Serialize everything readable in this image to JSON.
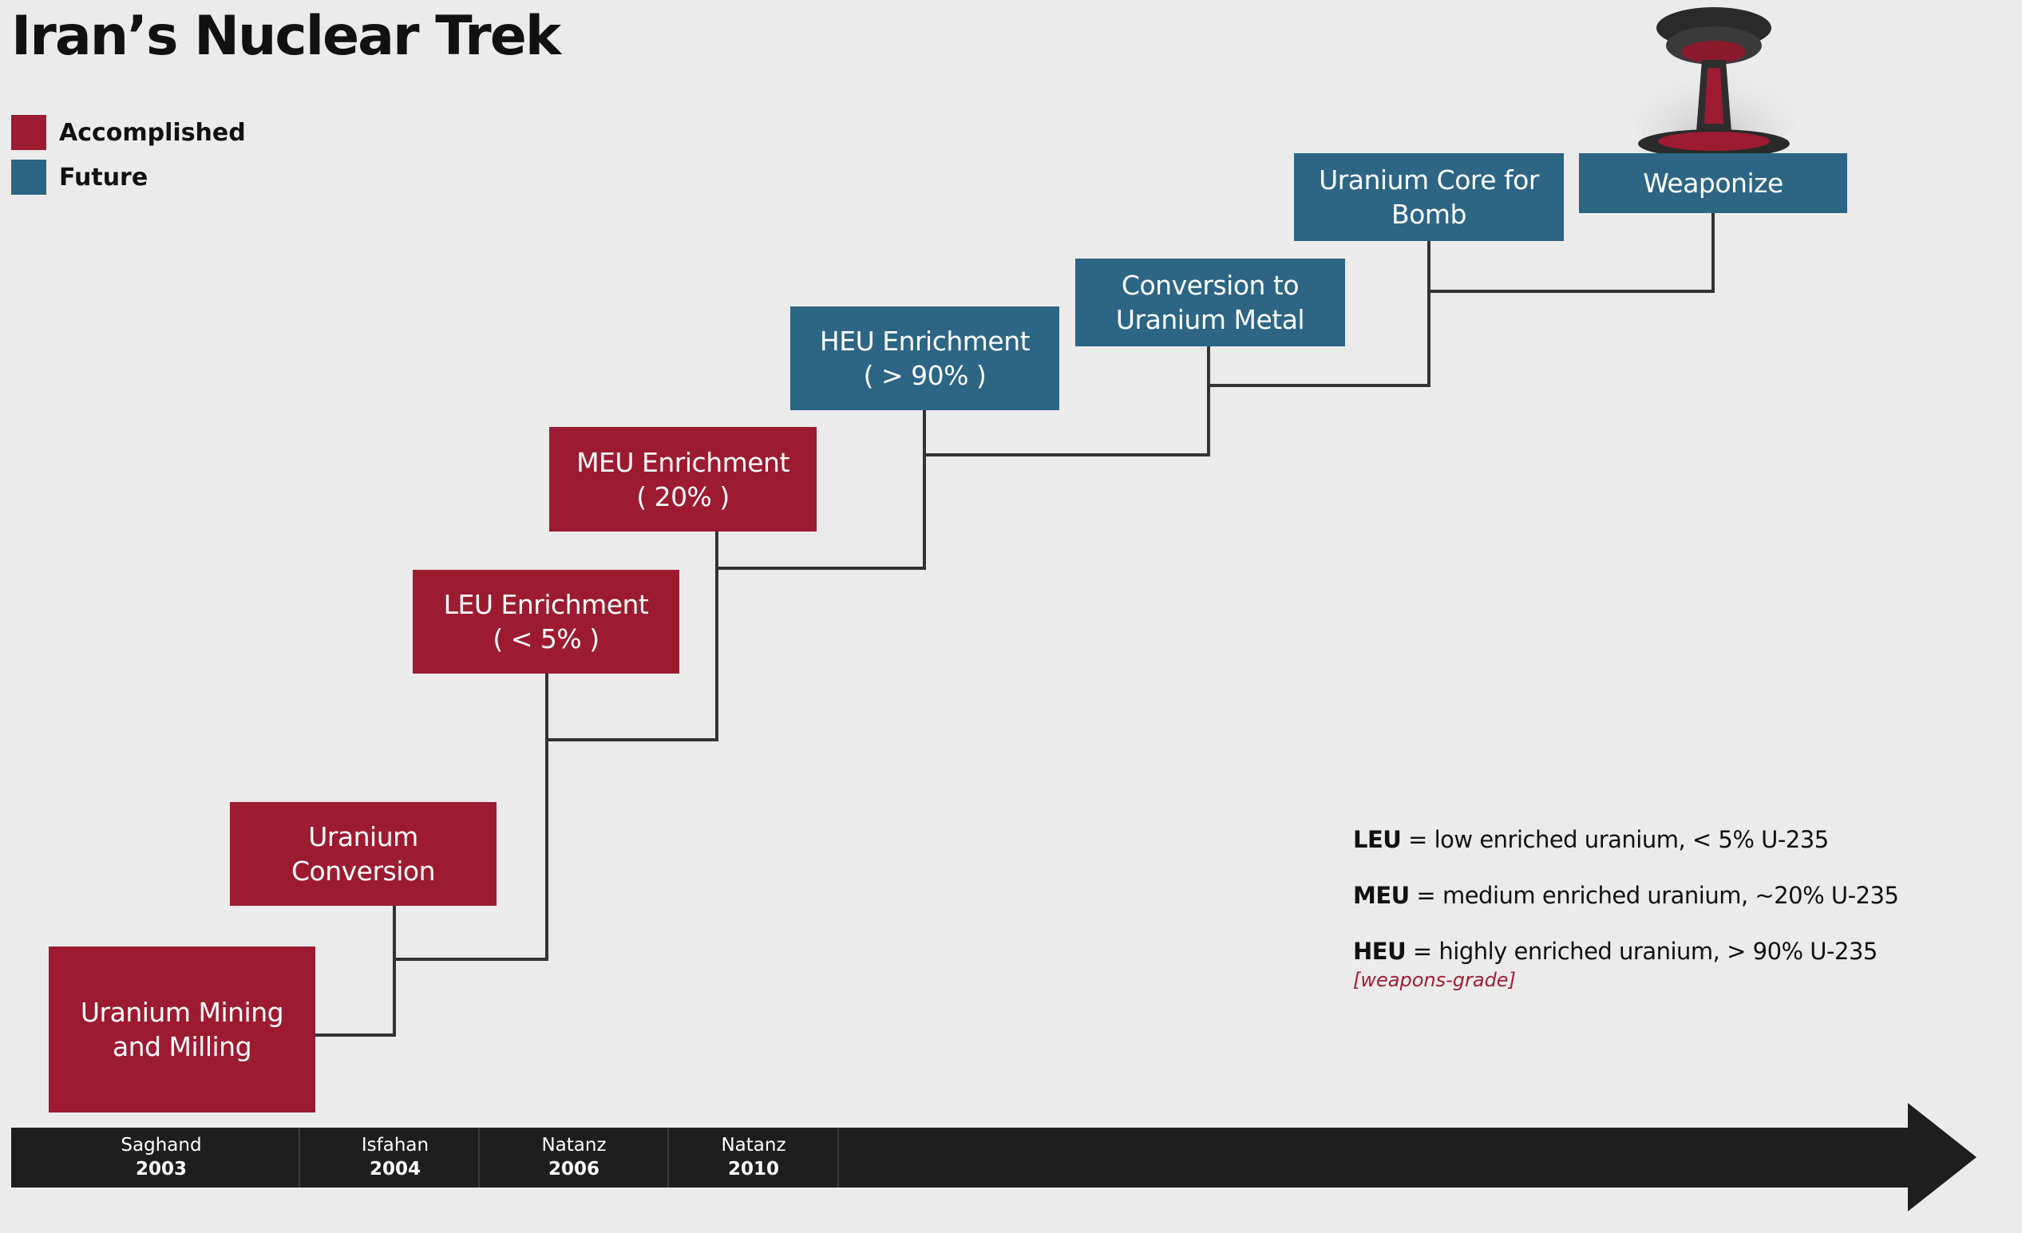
{
  "title": "Iran’s Nuclear Trek",
  "legend": [
    {
      "label": "Accomplished",
      "color": "#9c1b31"
    },
    {
      "label": "Future",
      "color": "#2d6584"
    }
  ],
  "steps": [
    {
      "lines": [
        "Uranium Mining",
        "and Milling"
      ],
      "status": "accomplished"
    },
    {
      "lines": [
        "Uranium",
        "Conversion"
      ],
      "status": "accomplished"
    },
    {
      "lines": [
        "LEU Enrichment",
        "( < 5% )"
      ],
      "status": "accomplished"
    },
    {
      "lines": [
        "MEU Enrichment",
        "( 20% )"
      ],
      "status": "accomplished"
    },
    {
      "lines": [
        "HEU Enrichment",
        "( > 90% )"
      ],
      "status": "future"
    },
    {
      "lines": [
        "Conversion to",
        "Uranium Metal"
      ],
      "status": "future"
    },
    {
      "lines": [
        "Uranium Core for",
        "Bomb"
      ],
      "status": "future"
    },
    {
      "lines": [
        "Weaponize"
      ],
      "status": "future"
    }
  ],
  "timeline": [
    {
      "place": "Saghand",
      "year": "2003"
    },
    {
      "place": "Isfahan",
      "year": "2004"
    },
    {
      "place": "Natanz",
      "year": "2006"
    },
    {
      "place": "Natanz",
      "year": "2010"
    }
  ],
  "glossary": [
    {
      "term": "LEU",
      "definition": " = low enriched uranium, < 5% U-235"
    },
    {
      "term": "MEU",
      "definition": " = medium enriched uranium,  ~20% U-235"
    },
    {
      "term": "HEU",
      "definition": " = highly enriched uranium, > 90% U-235"
    }
  ],
  "glossary_note": "[weapons-grade]",
  "icon": "mushroom-cloud-icon"
}
